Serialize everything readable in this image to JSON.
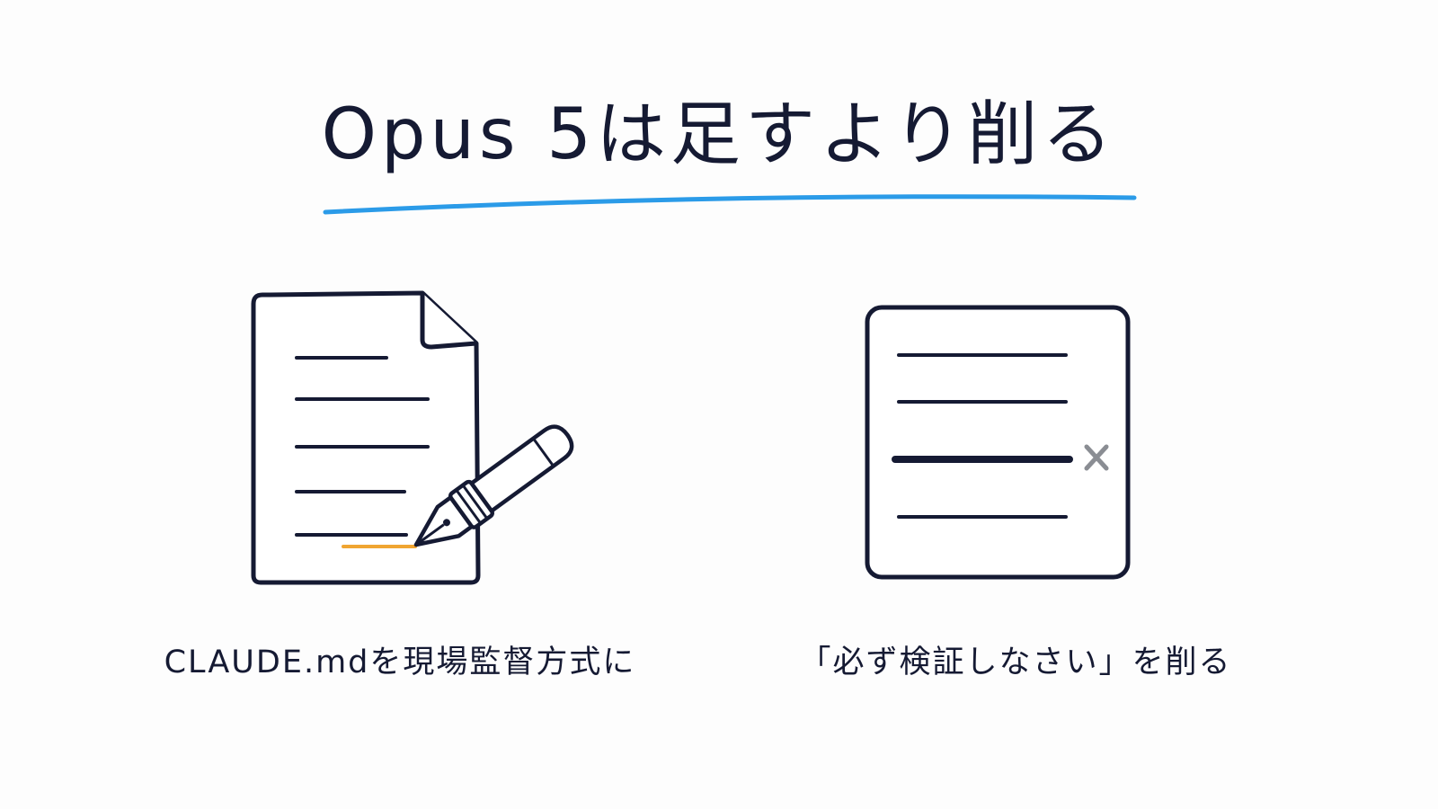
{
  "title": "Opus 5は足すより削る",
  "left_panel": {
    "caption": "CLAUDE.mdを現場監督方式に",
    "icon": "document-with-fountain-pen-icon"
  },
  "right_panel": {
    "caption": "「必ず検証しなさい」を削る",
    "icon": "document-line-removed-icon",
    "remove_mark": "×"
  },
  "colors": {
    "ink": "#151a33",
    "accent_blue": "#2b9be8",
    "highlight_orange": "#f0a531",
    "remove_gray": "#8a8d93"
  }
}
